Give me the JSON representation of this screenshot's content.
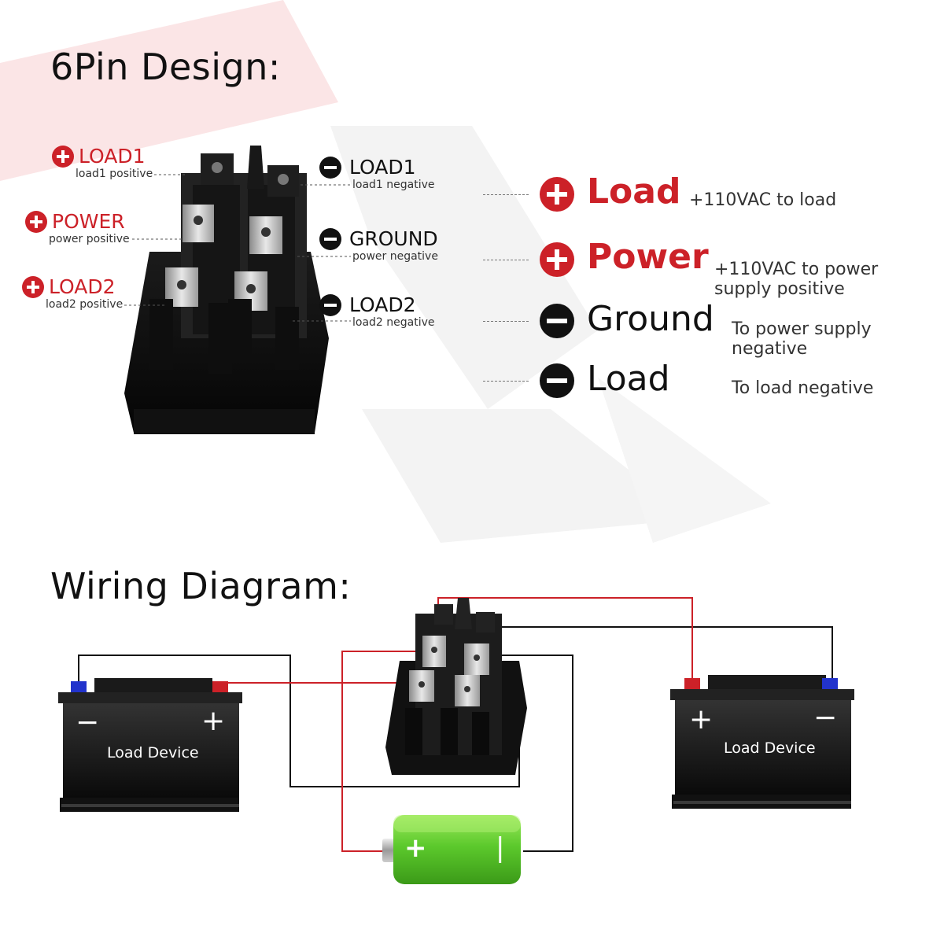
{
  "pin_design": {
    "title": "6Pin Design:",
    "pins": [
      {
        "name": "LOAD1",
        "sub": "load1 positive",
        "polarity": "+"
      },
      {
        "name": "POWER",
        "sub": "power positive",
        "polarity": "+"
      },
      {
        "name": "LOAD2",
        "sub": "load2 positive",
        "polarity": "+"
      },
      {
        "name": "LOAD1",
        "sub": "load1 negative",
        "polarity": "-"
      },
      {
        "name": "GROUND",
        "sub": "power negative",
        "polarity": "-"
      },
      {
        "name": "LOAD2",
        "sub": "load2 negative",
        "polarity": "-"
      }
    ]
  },
  "legend": [
    {
      "name": "Load",
      "desc_lines": [
        "+110VAC to load"
      ],
      "polarity": "+"
    },
    {
      "name": "Power",
      "desc_lines": [
        "+110VAC to power",
        "supply positive"
      ],
      "polarity": "+"
    },
    {
      "name": "Ground",
      "desc_lines": [
        "To power supply",
        "negative"
      ],
      "polarity": "-"
    },
    {
      "name": "Load",
      "desc_lines": [
        "To load negative"
      ],
      "polarity": "-"
    }
  ],
  "wiring": {
    "title": "Wiring Diagram:",
    "left_device": {
      "label": "Load Device",
      "minus": "−",
      "plus": "+"
    },
    "right_device": {
      "label": "Load Device",
      "minus": "−",
      "plus": "+"
    },
    "battery": {
      "plus": "+",
      "minus": "|"
    }
  },
  "colors": {
    "accent_red": "#cc2128",
    "text_black": "#111111",
    "battery_green": "#6fd13a",
    "terminal_blue": "#2233cc"
  },
  "icons": [
    "plus-circle-icon",
    "minus-circle-icon",
    "rocker-switch-image",
    "car-battery-image",
    "battery-cell-image"
  ]
}
